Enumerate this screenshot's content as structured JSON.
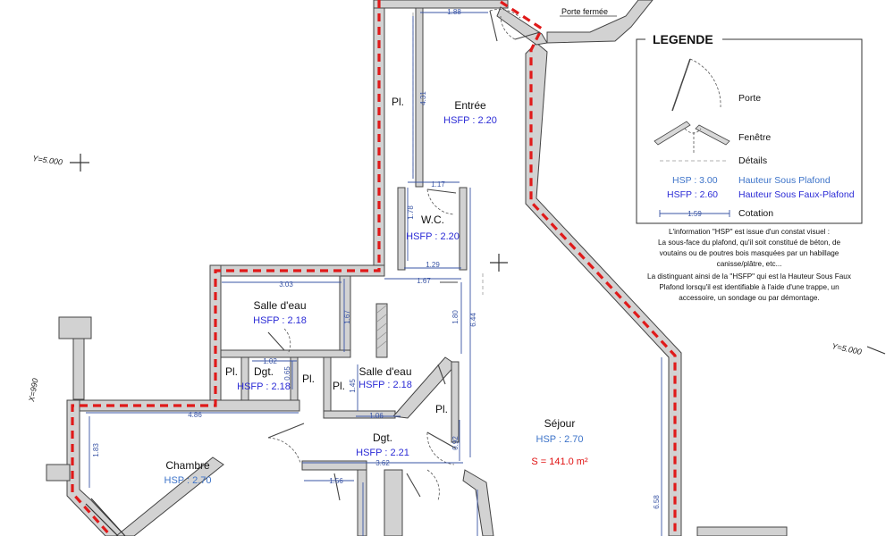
{
  "rooms": {
    "entree": {
      "name": "Entrée",
      "hsfp": "HSFP : 2.20"
    },
    "wc": {
      "name": "W.C.",
      "hsfp": "HSFP : 2.20"
    },
    "salle_eau_1": {
      "name": "Salle d'eau",
      "hsfp": "HSFP : 2.18"
    },
    "salle_eau_2": {
      "name": "Salle d'eau",
      "hsfp": "HSFP : 2.18"
    },
    "dgt_1": {
      "name": "Dgt.",
      "hsfp": "HSFP : 2.18"
    },
    "dgt_2": {
      "name": "Dgt.",
      "hsfp": "HSFP : 2.21"
    },
    "chambre": {
      "name": "Chambre",
      "hsp": "HSP : 2.70"
    },
    "sejour": {
      "name": "Séjour",
      "hsp": "HSP : 2.70",
      "area": "S = 141.0 m²"
    }
  },
  "placards": {
    "entree": "Pl.",
    "dgt_left": "Pl.",
    "dgt_right": "Pl.",
    "salle_eau_2": "Pl.",
    "dgt_2": "Pl."
  },
  "dimensions": {
    "entree_width": "1.88",
    "entree_height": "4.31",
    "wc_top": "1.17",
    "wc_side": "1.78",
    "wc_bottom": "1.29",
    "salle_eau_width": "3.03",
    "salle_eau_height": "1.67",
    "corridor_width": "1.67",
    "corridor_height": "1.80",
    "sejour_height": "6.44",
    "dgt_width": "1.02",
    "dgt_height": "0.65",
    "salle_eau_2_height": "1.45",
    "salle_eau_2_width": "1.06",
    "chambre_width": "4.86",
    "chambre_height": "1.83",
    "dgt_2_width": "3.62",
    "bottom_small": "1.56",
    "door_small": "0.92",
    "right_wall": "6.58"
  },
  "annotations": {
    "porte_fermee": "Porte fermée",
    "axis_y_left": "Y=5.000",
    "axis_y_right": "Y=5.000",
    "axis_x": "X=990"
  },
  "legend": {
    "title": "LEGENDE",
    "porte": "Porte",
    "fenetre": "Fenêtre",
    "details": "Détails",
    "hsp_sample": "HSP : 3.00",
    "hsp_label": "Hauteur Sous Plafond",
    "hsfp_sample": "HSFP : 2.60",
    "hsfp_label": "Hauteur Sous Faux-Plafond",
    "cotation_sample": "1.59",
    "cotation_label": "Cotation"
  },
  "note": [
    "L'information \"HSP\" est issue d'un constat visuel :",
    "La sous-face du plafond, qu'il soit constitué de béton, de",
    "voutains ou de poutres bois masquées par un habillage",
    "canisse/plâtre, etc...",
    "La distinguant ainsi de la \"HSFP\" qui est la Hauteur Sous Faux",
    "Plafond lorsqu'il est identifiable à l'aide d'une trappe, un",
    "accessoire, un sondage ou par démontage."
  ],
  "colors": {
    "boundary": "#e01a1a",
    "wall_fill": "#d2d2d2",
    "hsfp_text": "#2b2bd6",
    "hsp_text": "#3e74c9",
    "dimension": "#3a55a5"
  }
}
